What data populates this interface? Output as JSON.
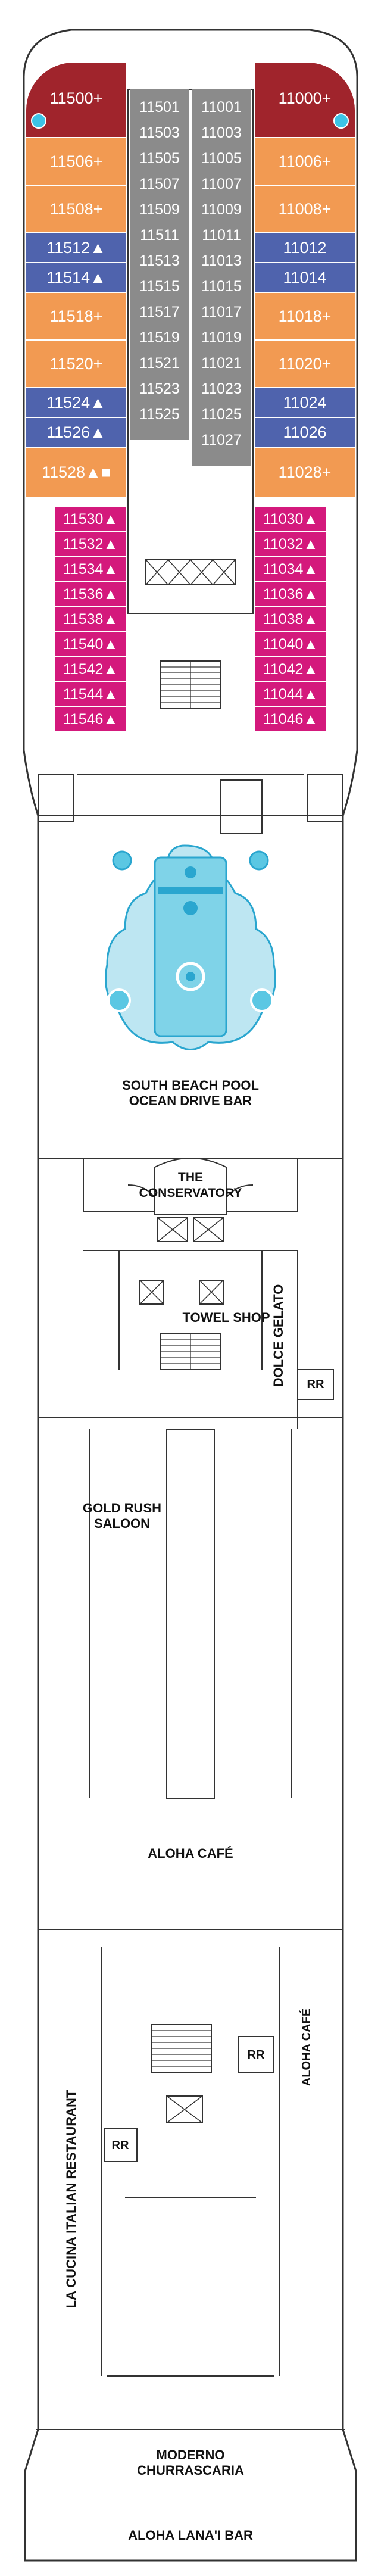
{
  "colors": {
    "suite_red": "#a0242c",
    "balcony_orange": "#f29a52",
    "blue": "#4f63ad",
    "pink": "#d4197c",
    "inside_gray": "#8b8b8b",
    "pool": "#7fd3e8",
    "pool_dark": "#2aa6cf"
  },
  "outer_left": {
    "top_suite": {
      "label": "11500+"
    },
    "rows": [
      {
        "label": "11506+",
        "type": "orange"
      },
      {
        "label": "11508+",
        "type": "orange"
      },
      {
        "label": "11512▲",
        "type": "blue"
      },
      {
        "label": "11514▲",
        "type": "blue"
      },
      {
        "label": "11518+",
        "type": "orange"
      },
      {
        "label": "11520+",
        "type": "orange"
      },
      {
        "label": "11524▲",
        "type": "blue"
      },
      {
        "label": "11526▲",
        "type": "blue"
      },
      {
        "label": "11528▲■",
        "type": "orange"
      }
    ],
    "pink": [
      "11530▲",
      "11532▲",
      "11534▲",
      "11536▲",
      "11538▲",
      "11540▲",
      "11542▲",
      "11544▲",
      "11546▲"
    ]
  },
  "outer_right": {
    "top_suite": {
      "label": "11000+"
    },
    "rows": [
      {
        "label": "11006+",
        "type": "orange"
      },
      {
        "label": "11008+",
        "type": "orange"
      },
      {
        "label": "11012",
        "type": "blue"
      },
      {
        "label": "11014",
        "type": "blue"
      },
      {
        "label": "11018+",
        "type": "orange"
      },
      {
        "label": "11020+",
        "type": "orange"
      },
      {
        "label": "11024",
        "type": "blue"
      },
      {
        "label": "11026",
        "type": "blue"
      },
      {
        "label": "11028+",
        "type": "orange"
      }
    ],
    "pink": [
      "11030▲",
      "11032▲",
      "11034▲",
      "11036▲",
      "11038▲",
      "11040▲",
      "11042▲",
      "11044▲",
      "11046▲"
    ]
  },
  "inside_left": [
    "11501",
    "11503",
    "11505",
    "11507",
    "11509",
    "11511",
    "11513",
    "11515",
    "11517",
    "11519",
    "11521",
    "11523",
    "11525"
  ],
  "inside_right": [
    "11001",
    "11003",
    "11005",
    "11007",
    "11009",
    "11011",
    "11013",
    "11015",
    "11017",
    "11019",
    "11021",
    "11023",
    "11025",
    "11027"
  ],
  "labels": {
    "pool": "SOUTH BEACH POOL\nOCEAN DRIVE BAR",
    "conservatory": "THE\nCONSERVATORY",
    "towel_shop": "TOWEL SHOP",
    "dolce_gelato": "DOLCE GELATO",
    "rr": "RR",
    "gold_rush": "GOLD RUSH\nSALOON",
    "aloha_cafe": "ALOHA CAFÉ",
    "la_cucina": "LA CUCINA ITALIAN RESTAURANT",
    "aloha_cafe_side": "ALOHA CAFÉ",
    "moderno": "MODERNO\nCHURRASCARIA",
    "aloha_lanai": "ALOHA LANA'I BAR"
  }
}
